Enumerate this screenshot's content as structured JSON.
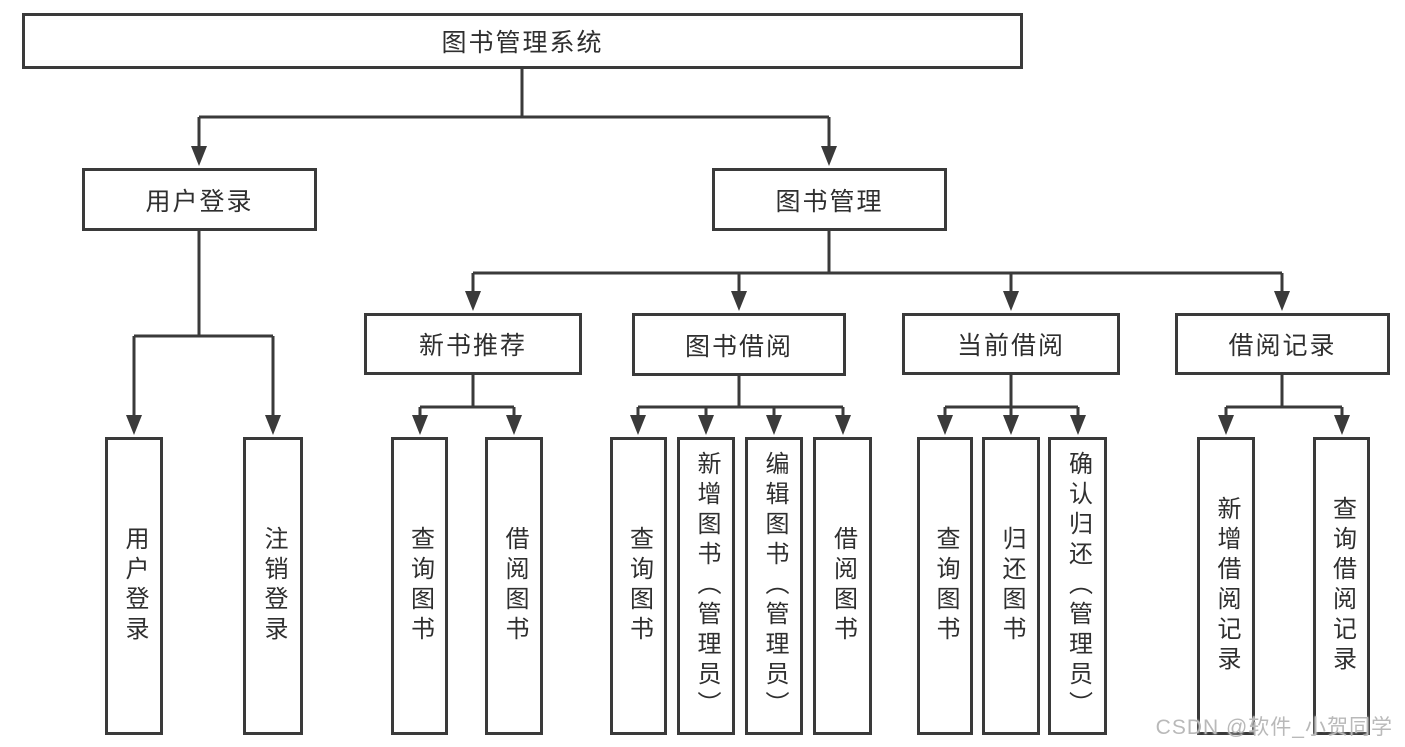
{
  "diagram": {
    "root": {
      "label": "图书管理系统"
    },
    "branches": [
      {
        "label": "用户登录",
        "children": [
          {
            "label": "用户登录"
          },
          {
            "label": "注销登录"
          }
        ]
      },
      {
        "label": "图书管理",
        "children": [
          {
            "label": "新书推荐",
            "children": [
              {
                "label": "查询图书"
              },
              {
                "label": "借阅图书"
              }
            ]
          },
          {
            "label": "图书借阅",
            "children": [
              {
                "label": "查询图书"
              },
              {
                "label": "新增图书（管理员）"
              },
              {
                "label": "编辑图书（管理员）"
              },
              {
                "label": "借阅图书"
              }
            ]
          },
          {
            "label": "当前借阅",
            "children": [
              {
                "label": "查询图书"
              },
              {
                "label": "归还图书"
              },
              {
                "label": "确认归还（管理员）"
              }
            ]
          },
          {
            "label": "借阅记录",
            "children": [
              {
                "label": "新增借阅记录"
              },
              {
                "label": "查询借阅记录"
              }
            ]
          }
        ]
      }
    ]
  },
  "watermark": {
    "text": "CSDN @软件_小贺同学"
  },
  "colors": {
    "line": "#3a3a3a",
    "box_border": "#3a3a3a",
    "box_background": "#ffffff",
    "text": "#2f2f2f",
    "watermark": "#b9b9b9",
    "page_background": "#ffffff"
  }
}
